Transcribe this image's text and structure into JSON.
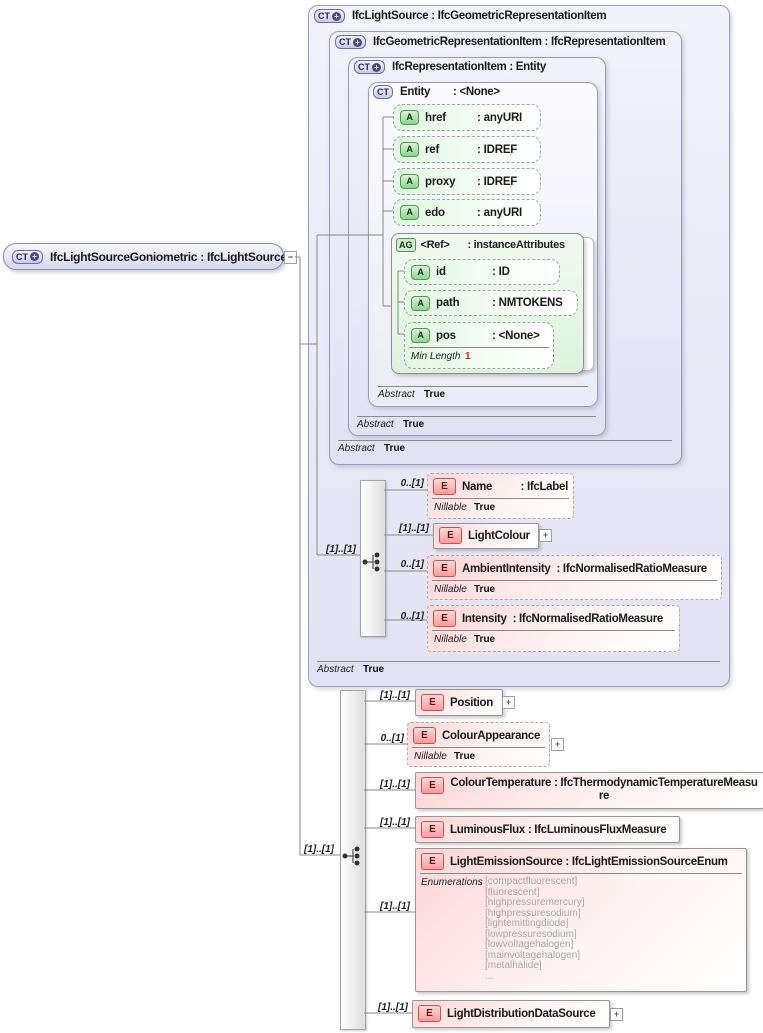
{
  "badge_plus": "+",
  "main": {
    "badge": "CT",
    "label": "IfcLightSourceGoniometric : IfcLightSource",
    "collapse_glyph": "−"
  },
  "types": {
    "lightsource": {
      "badge": "CT",
      "title": "IfcLightSource : IfcGeometricRepresentationItem",
      "abstract": {
        "label": "Abstract",
        "value": "True"
      }
    },
    "geomrep": {
      "badge": "CT",
      "title": "IfcGeometricRepresentationItem : IfcRepresentationItem",
      "abstract": {
        "label": "Abstract",
        "value": "True"
      }
    },
    "repitem": {
      "badge": "CT",
      "title": "IfcRepresentationItem : Entity",
      "abstract": {
        "label": "Abstract",
        "value": "True"
      }
    },
    "entity": {
      "badge": "CT",
      "name": "Entity",
      "type": ": <None>",
      "abstract": {
        "label": "Abstract",
        "value": "True"
      }
    }
  },
  "entity_attrs": [
    {
      "badge": "A",
      "name": "href",
      "type": ": anyURI"
    },
    {
      "badge": "A",
      "name": "ref",
      "type": ": IDREF"
    },
    {
      "badge": "A",
      "name": "proxy",
      "type": ": IDREF"
    },
    {
      "badge": "A",
      "name": "edo",
      "type": ": anyURI"
    }
  ],
  "ref_group": {
    "badge": "AG",
    "name": "<Ref>",
    "type": ": instanceAttributes",
    "attrs": [
      {
        "badge": "A",
        "name": "id",
        "type": ": ID"
      },
      {
        "badge": "A",
        "name": "path",
        "type": ": NMTOKENS"
      },
      {
        "badge": "A",
        "name": "pos",
        "type": ": <None>",
        "constraint": {
          "label": "Min Length",
          "value": "1"
        }
      }
    ]
  },
  "ls_seq": {
    "cardinality": "[1]..[1]"
  },
  "ls_elements": [
    {
      "badge": "E",
      "cardinality": "0..[1]",
      "name": "Name",
      "type": ": IfcLabel",
      "nillable": {
        "label": "Nillable",
        "value": "True"
      }
    },
    {
      "badge": "E",
      "cardinality": "[1]..[1]",
      "name": "LightColour",
      "expand": "+"
    },
    {
      "badge": "E",
      "cardinality": "0..[1]",
      "name": "AmbientIntensity",
      "type": ": IfcNormalisedRatioMeasure",
      "nillable": {
        "label": "Nillable",
        "value": "True"
      }
    },
    {
      "badge": "E",
      "cardinality": "0..[1]",
      "name": "Intensity",
      "type": ": IfcNormalisedRatioMeasure",
      "nillable": {
        "label": "Nillable",
        "value": "True"
      }
    }
  ],
  "gon_seq": {
    "cardinality": "[1]..[1]"
  },
  "gon_elements": [
    {
      "badge": "E",
      "cardinality": "[1]..[1]",
      "name": "Position",
      "expand": "+"
    },
    {
      "badge": "E",
      "cardinality": "0..[1]",
      "name": "ColourAppearance",
      "nillable": {
        "label": "Nillable",
        "value": "True"
      },
      "expand": "+"
    },
    {
      "badge": "E",
      "cardinality": "[1]..[1]",
      "name": "ColourTemperature : IfcThermodynamicTemperatureMeasure"
    },
    {
      "badge": "E",
      "cardinality": "[1]..[1]",
      "name": "LuminousFlux : IfcLuminousFluxMeasure"
    },
    {
      "badge": "E",
      "cardinality": "[1]..[1]",
      "name": "LightEmissionSource : IfcLightEmissionSourceEnum",
      "enums_label": "Enumerations",
      "enums": [
        "[compactfluorescent]",
        "[fluorescent]",
        "[highpressuremercury]",
        "[highpressuresodium]",
        "[lightemittingdiode]",
        "[lowpressuresodium]",
        "[lowvoltagehalogen]",
        "[mainvoltagehalogen]",
        "[metalhalide]",
        "..."
      ]
    },
    {
      "badge": "E",
      "cardinality": "[1]..[1]",
      "name": "LightDistributionDataSource",
      "expand": "+"
    }
  ],
  "colors": {
    "lavender": "#e3e3f5",
    "green": "#8fd88f",
    "pink": "#ff9d9d",
    "constraint_red": "#dd2222"
  }
}
